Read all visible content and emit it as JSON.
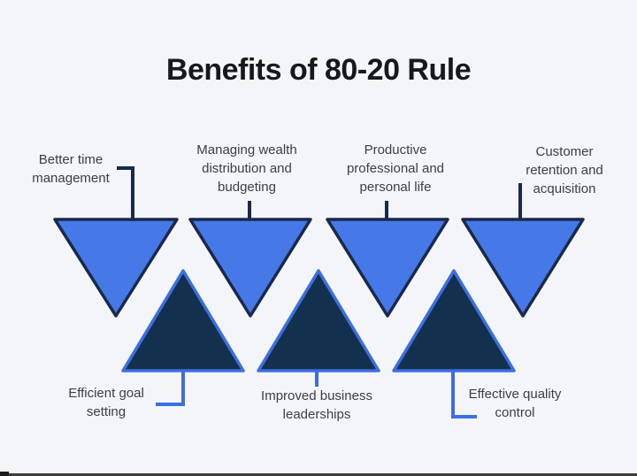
{
  "title": "Benefits of 80-20 Rule",
  "colors": {
    "background": "#f4f5f9",
    "down_triangle_fill": "#4678e8",
    "down_triangle_stroke": "#18294a",
    "up_triangle_fill": "#14304f",
    "up_triangle_stroke": "#3d6fe2",
    "top_connector": "#18294a",
    "bottom_connector": "#3d6fe2",
    "title_color": "#17181c",
    "label_color": "#3b3e46"
  },
  "top_benefits": [
    {
      "label": "Better time\nmanagement"
    },
    {
      "label": "Managing wealth\ndistribution and\nbudgeting"
    },
    {
      "label": "Productive\nprofessional and\npersonal life"
    },
    {
      "label": "Customer\nretention and\nacquisition"
    }
  ],
  "bottom_benefits": [
    {
      "label": "Efficient goal\nsetting"
    },
    {
      "label": "Improved business\nleaderships"
    },
    {
      "label": "Effective quality\ncontrol"
    }
  ]
}
